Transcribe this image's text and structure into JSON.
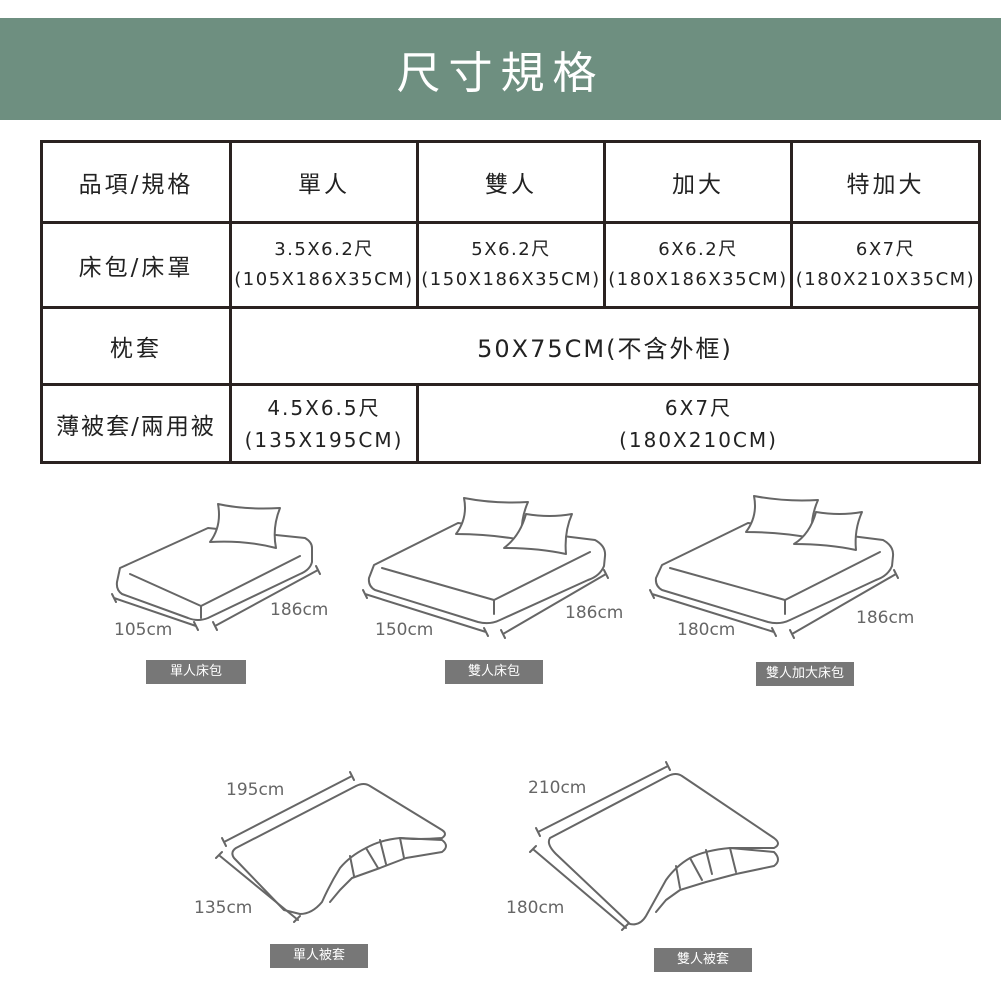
{
  "header": {
    "title": "尺寸規格",
    "bg_color": "#6e8f80"
  },
  "table": {
    "columns": [
      "品項/規格",
      "單人",
      "雙人",
      "加大",
      "特加大"
    ],
    "rows": {
      "fitted_sheet": {
        "label": "床包/床罩",
        "cells": [
          {
            "ft": "3.5X6.2尺",
            "cm": "(105X186X35CM)"
          },
          {
            "ft": "5X6.2尺",
            "cm": "(150X186X35CM)"
          },
          {
            "ft": "6X6.2尺",
            "cm": "(180X186X35CM)"
          },
          {
            "ft": "6X7尺",
            "cm": "(180X210X35CM)"
          }
        ]
      },
      "pillowcase": {
        "label": "枕套",
        "value": "50X75CM(不含外框)"
      },
      "quilt": {
        "label": "薄被套/兩用被",
        "single": {
          "ft": "4.5X6.5尺",
          "cm": "(135X195CM)"
        },
        "other": {
          "ft": "6X7尺",
          "cm": "(180X210CM)"
        }
      }
    }
  },
  "figures": {
    "single_fitted": {
      "width": "105cm",
      "length": "186cm",
      "tag": "單人床包"
    },
    "double_fitted": {
      "width": "150cm",
      "length": "186cm",
      "tag": "雙人床包"
    },
    "queen_fitted": {
      "width": "180cm",
      "length": "186cm",
      "tag": "雙人加大床包"
    },
    "single_quilt": {
      "length": "195cm",
      "width": "135cm",
      "tag": "單人被套"
    },
    "double_quilt": {
      "length": "210cm",
      "width": "180cm",
      "tag": "雙人被套"
    }
  }
}
